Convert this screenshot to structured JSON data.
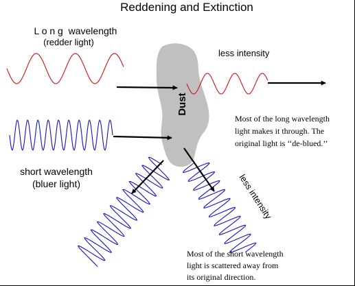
{
  "title": "Reddening and Extinction",
  "long_label_line1": "L o n g  wavelength",
  "long_label_line2": "(redder light)",
  "short_label_line1": "short wavelength",
  "short_label_line2": "(bluer light)",
  "less_intensity_red": "less intensity",
  "less_intensity_blue": "less intensity",
  "dust_label": "Dust",
  "note_long": [
    "Most of the long wavelength",
    "light makes it through.  The",
    "original light is ‘‘de-blued.’’"
  ],
  "note_short": [
    "Most of the short wavelength",
    "light is scattered away from",
    "its original direction."
  ],
  "colors": {
    "red_wave": "#cc1111",
    "blue_wave": "#1111cc",
    "dust": "#c0c0c0",
    "arrow": "#000000",
    "text": "#000000"
  }
}
